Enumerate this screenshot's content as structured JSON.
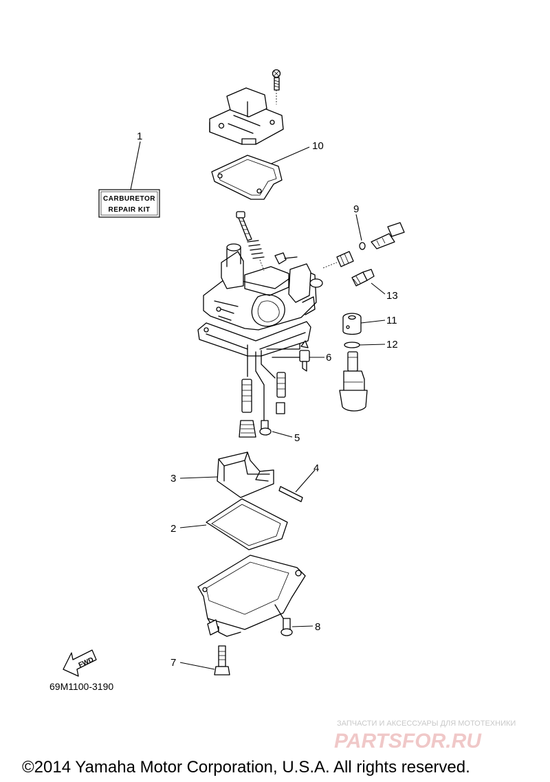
{
  "parts": [
    {
      "num": "1",
      "name": "CARBURETOR REPAIR KIT"
    },
    {
      "num": "2"
    },
    {
      "num": "3"
    },
    {
      "num": "4"
    },
    {
      "num": "5"
    },
    {
      "num": "6"
    },
    {
      "num": "7"
    },
    {
      "num": "8"
    },
    {
      "num": "9"
    },
    {
      "num": "10"
    },
    {
      "num": "11"
    },
    {
      "num": "12"
    },
    {
      "num": "13"
    }
  ],
  "kit_box": {
    "line1": "CARBURETOR",
    "line2": "REPAIR KIT"
  },
  "fwd_arrow": {
    "label": "FWD",
    "icon": "fwd-arrow-icon"
  },
  "diagram_code": "69M1100-3190",
  "watermark": {
    "tagline": "ЗАПЧАСТИ И АКСЕССУАРЫ ДЛЯ МОТОТЕХНИКИ",
    "brand": "PARTSFOR.RU",
    "color": "#f0c8c8"
  },
  "copyright": "©2014 Yamaha Motor Corporation, U.S.A. All rights reserved."
}
